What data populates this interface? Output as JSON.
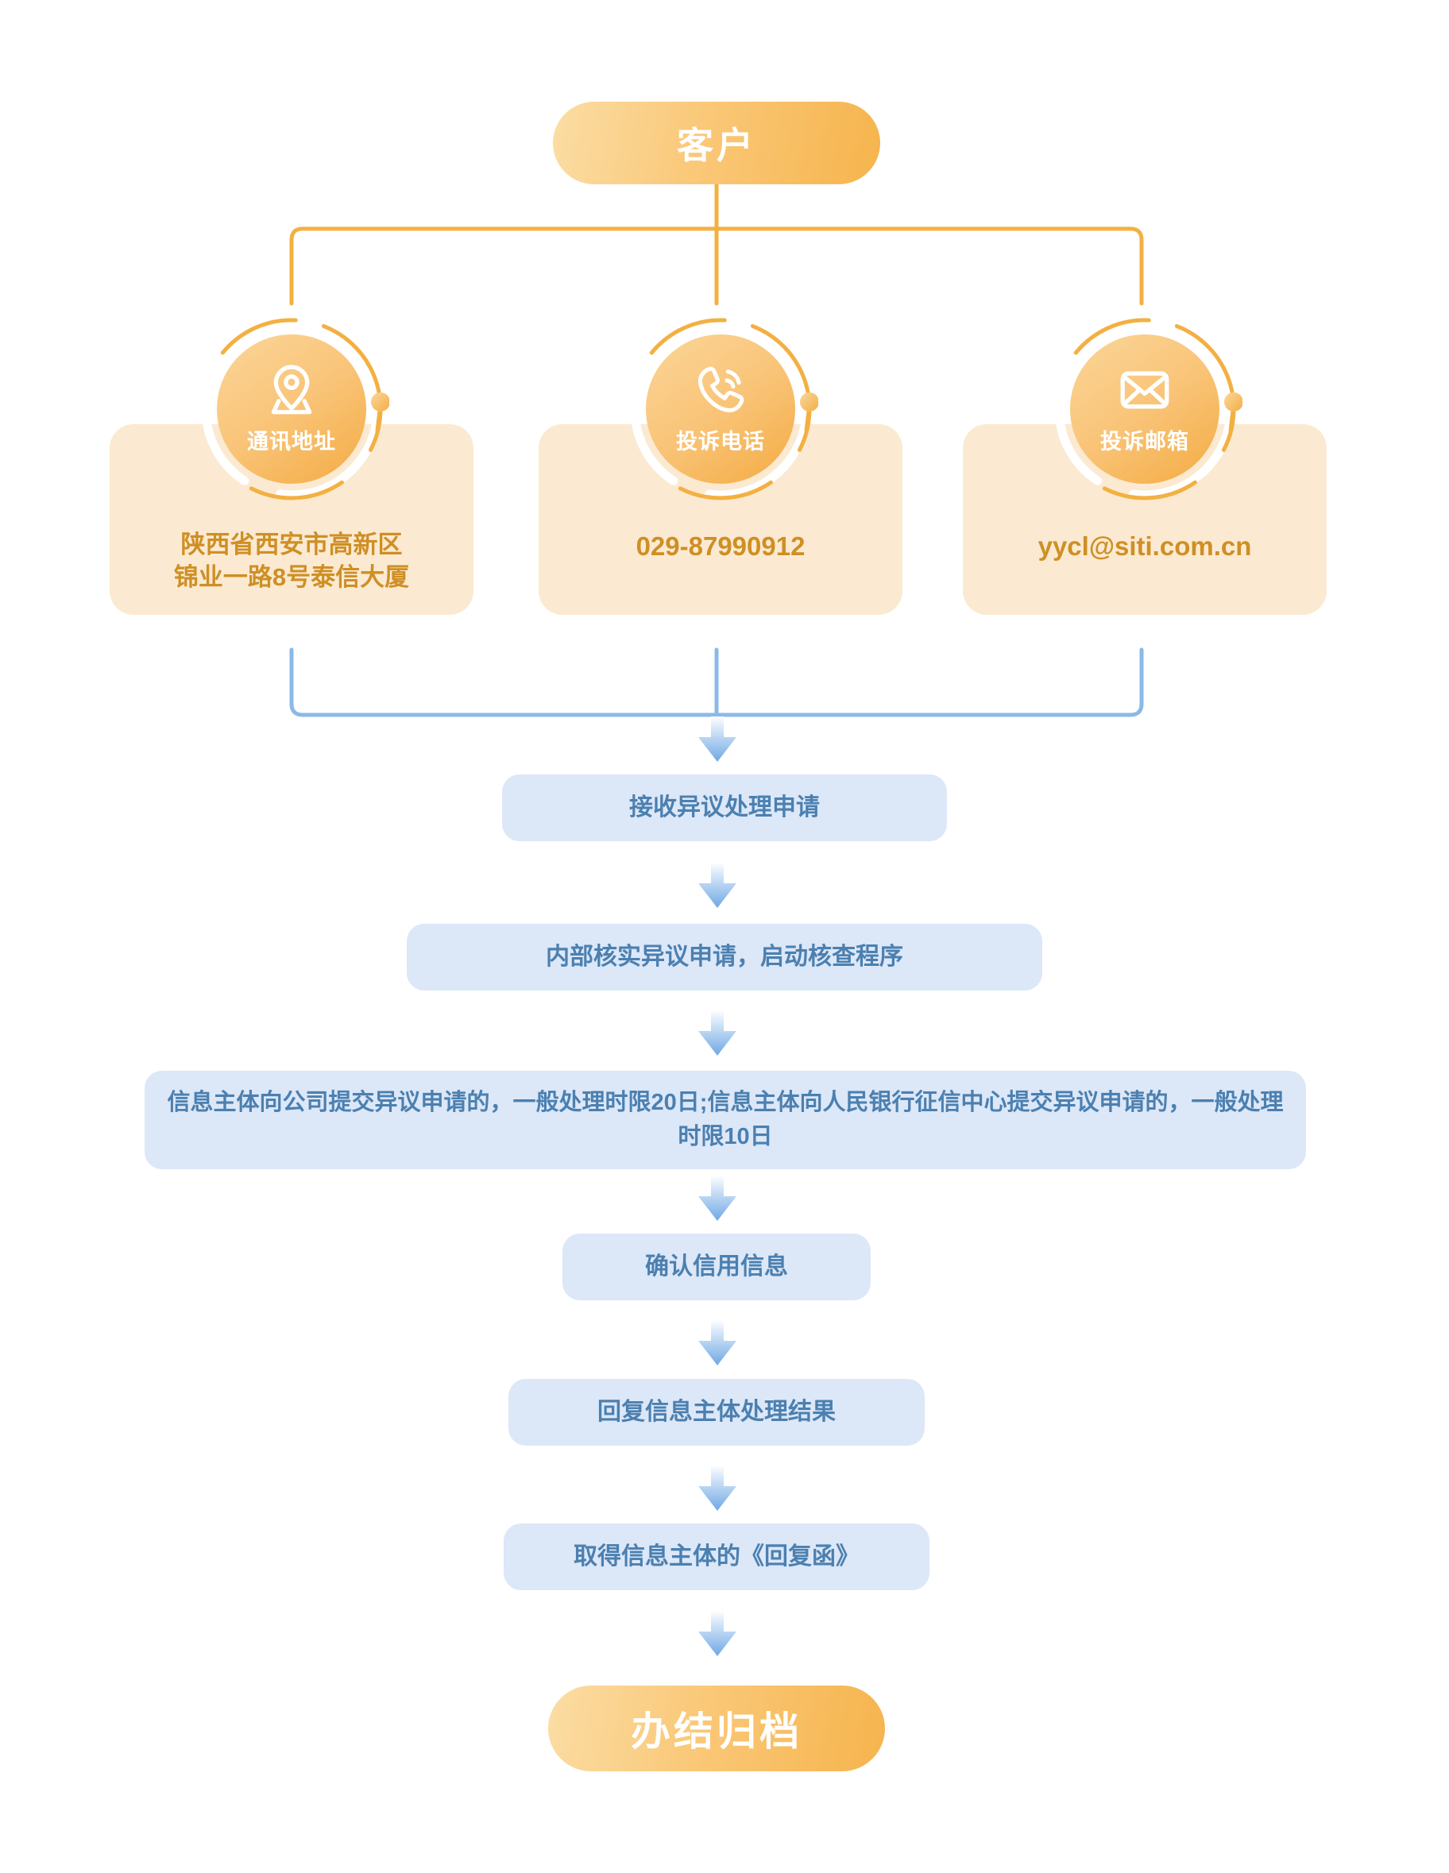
{
  "flow": {
    "start_node": {
      "label": "客户",
      "icon": "pill-start"
    },
    "contacts": [
      {
        "id": "address",
        "icon": "location-pin-icon",
        "title": "通讯地址",
        "value_line1": "陕西省西安市高新区",
        "value_line2": "锦业一路8号泰信大厦"
      },
      {
        "id": "phone",
        "icon": "phone-call-icon",
        "title": "投诉电话",
        "value_line1": "029-87990912",
        "value_line2": ""
      },
      {
        "id": "email",
        "icon": "envelope-icon",
        "title": "投诉邮箱",
        "value_line1": "yycl@siti.com.cn",
        "value_line2": ""
      }
    ],
    "steps": [
      {
        "id": "step-1",
        "text": "接收异议处理申请"
      },
      {
        "id": "step-2",
        "text": "内部核实异议申请，启动核查程序"
      },
      {
        "id": "step-3",
        "text": "信息主体向公司提交异议申请的，一般处理时限20日;信息主体向人民银行征信中心提交异议申请的，一般处理时限10日"
      },
      {
        "id": "step-4",
        "text": "确认信用信息"
      },
      {
        "id": "step-5",
        "text": "回复信息主体处理结果"
      },
      {
        "id": "step-6",
        "text": "取得信息主体的《回复函》"
      }
    ],
    "end_node": {
      "label": "办结归档",
      "icon": "pill-end"
    },
    "arrow_icon": "arrow-down-icon"
  },
  "colors": {
    "orange_light": "#fbdda4",
    "orange_mid": "#fac878",
    "orange_deep": "#f6b44d",
    "cream_card": "#fbead1",
    "card_text": "#cf8f25",
    "blue_box": "#dce7f8",
    "blue_text": "#4b80b0",
    "connector_orange": "#f3b042",
    "connector_blue": "#8bb9e8",
    "white": "#ffffff"
  }
}
